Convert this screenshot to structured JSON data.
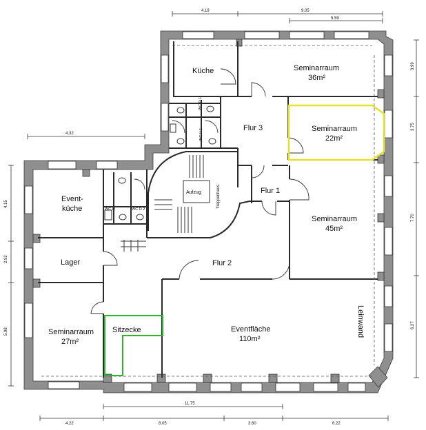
{
  "rooms": {
    "kueche": "Küche",
    "seminar36": "Seminarraum",
    "seminar36_area": "36m²",
    "seminar22": "Seminarraum",
    "seminar22_area": "22m²",
    "flur3": "Flur 3",
    "flur1": "Flur 1",
    "flur2": "Flur 2",
    "aufzug": "Aufzug",
    "treppenhaus": "Treppenhaus",
    "eventkueche_line1": "Event-",
    "eventkueche_line2": "küche",
    "lager": "Lager",
    "seminar45": "Seminarraum",
    "seminar45_area": "45m²",
    "seminar27": "Seminarraum",
    "seminar27_area": "27m²",
    "sitzecke": "Sitzecke",
    "eventflaeche": "Eventfläche",
    "eventflaeche_area": "110m²",
    "leinwand": "Leinwand",
    "wc_d1": "WC D 1",
    "wc_h1": "WC H 1",
    "wc_h2": "WC H",
    "wc_d2": "WC D 2"
  },
  "dimensions": {
    "top_left": "4.19",
    "top_right": "9.05",
    "top_sub": "5.59",
    "left_wing_width": "4.32",
    "right_1": "3.99",
    "right_2": "3.75",
    "right_3": "7.70",
    "right_4": "6.27",
    "left_1": "4.15",
    "left_2": "2.92",
    "left_3": "5.98",
    "bottom_total": "11.75",
    "bottom_1": "4.22",
    "bottom_2": "8.05",
    "bottom_3": "3.60",
    "bottom_4": "6.22"
  },
  "highlight_colors": {
    "seminar22": "#e6df2c",
    "sitzecke": "#22bb22"
  }
}
